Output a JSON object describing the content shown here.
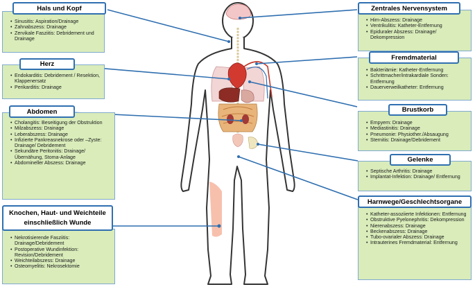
{
  "regions": {
    "hals_kopf": {
      "title": "Hals und Kopf",
      "items": [
        "Sinusitis: Aspiration/Drainage",
        "Zahnabszess: Drainage",
        "Zervikale Fasziitis: Debridement und Drainage"
      ]
    },
    "herz": {
      "title": "Herz",
      "items": [
        "Endokarditis: Debridement / Resektion, Klappenersatz",
        "Perikarditis: Drainage"
      ]
    },
    "abdomen": {
      "title": "Abdomen",
      "items": [
        "Cholangitis: Beseitigung der Obstruktion",
        "Milzabszess: Drainage",
        "Leberabszess: Drainage",
        "Infizierte Pankreasnekrose oder –Zyste: Drainage/ Debridement",
        "Sekundäre Peritonitis: Drainage/ Übernähung, Stoma-Anlage",
        "Abdomineller Abszess: Drainage"
      ]
    },
    "knochen": {
      "title": "Knochen, Haut- und Weichteile einschließlich Wunde",
      "items": [
        "Nekrotisierende Fasziitis: Drainage/Debridement",
        "Postoperative Wundinfektion: Revision/Debridement",
        "Weichteilabszess: Drainage",
        "Osteomyelitis: Nekrosektomie"
      ]
    },
    "zns": {
      "title": "Zentrales Nervensystem",
      "items": [
        "Hirn-Abszess: Drainage",
        "Ventrikulitis: Katheter-Entfernung",
        "Epiduraler Abszess: Drainage/ Dekompression"
      ]
    },
    "fremdmaterial": {
      "title": "Fremdmaterial",
      "items": [
        "Bakteriämie: Katheter-Entfernung",
        "Schrittmacher/intrakardiale Sonden: Entfernung",
        "Dauerverweilkatheter: Entfernung"
      ]
    },
    "brustkorb": {
      "title": "Brustkorb",
      "items": [
        "Empyem: Drainage",
        "Mediastinitis: Drainage",
        "Pneumonie: Physiother./Absaugung",
        "Sternitis: Drainage/Debridement"
      ]
    },
    "gelenke": {
      "title": "Gelenke",
      "items": [
        "Septische Arthritis: Drainage",
        "Implantat-Infektion: Drainage/ Entfernung"
      ]
    },
    "harnwege": {
      "title": "Harnwege/Geschlechtsorgane",
      "items": [
        "Katheter-assoziierte Infektionen: Entfernung",
        "Obstruktive Pyelonephritis: Dekompression",
        "Nierenabszess: Drainage",
        "Beckenabszess: Drainage",
        "Tubo-ovarialer Abszess: Drainage",
        "Intrauterines Fremdmaterial: Entfernung"
      ]
    }
  },
  "colors": {
    "box_fill": "#d9ecba",
    "title_border": "#2f6fb0",
    "line": "#2f6fb0",
    "body_outline": "#333333"
  }
}
